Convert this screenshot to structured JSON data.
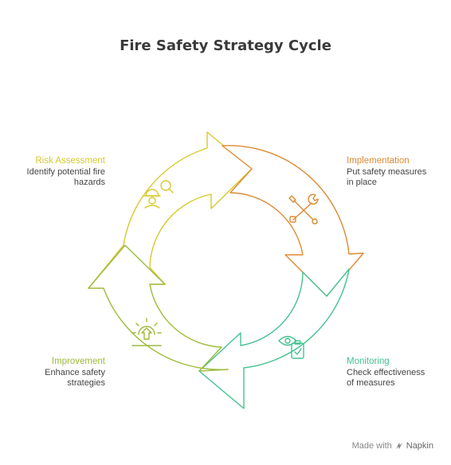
{
  "title": "Fire Safety Strategy Cycle",
  "colors": {
    "risk": "#d8c92e",
    "implementation": "#dd8a32",
    "monitoring": "#45c190",
    "improvement": "#9cbb3a"
  },
  "stages": [
    {
      "heading": "Risk Assessment",
      "description": "Identify potential fire\nhazards",
      "icon": "inspector-magnifier-icon"
    },
    {
      "heading": "Implementation",
      "description": "Put safety measures\nin place",
      "icon": "tools-icon"
    },
    {
      "heading": "Monitoring",
      "description": "Check effectiveness\nof measures",
      "icon": "eye-clipboard-icon"
    },
    {
      "heading": "Improvement",
      "description": "Enhance safety\nstrategies",
      "icon": "sunrise-arrow-icon"
    }
  ],
  "watermark": {
    "prefix": "Made with",
    "brand": "Napkin"
  }
}
